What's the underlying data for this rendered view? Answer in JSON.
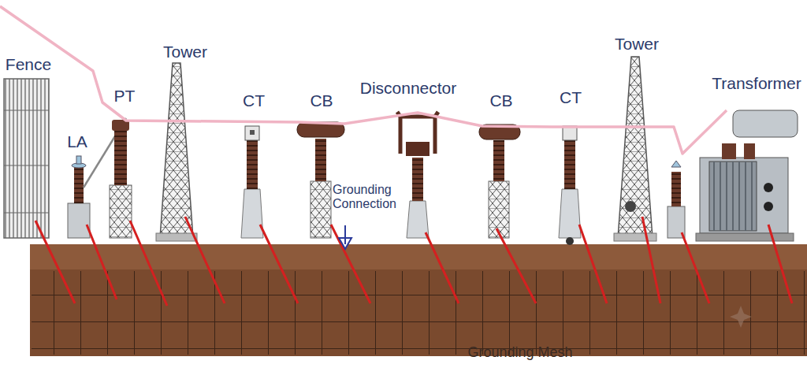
{
  "diagram": {
    "labels": [
      "Fence",
      "LA",
      "PT",
      "Tower",
      "CT",
      "CB",
      "Disconnector",
      "CB",
      "CT",
      "Tower",
      "Transformer",
      "Grounding Connection",
      "Grounding Mesh"
    ]
  }
}
